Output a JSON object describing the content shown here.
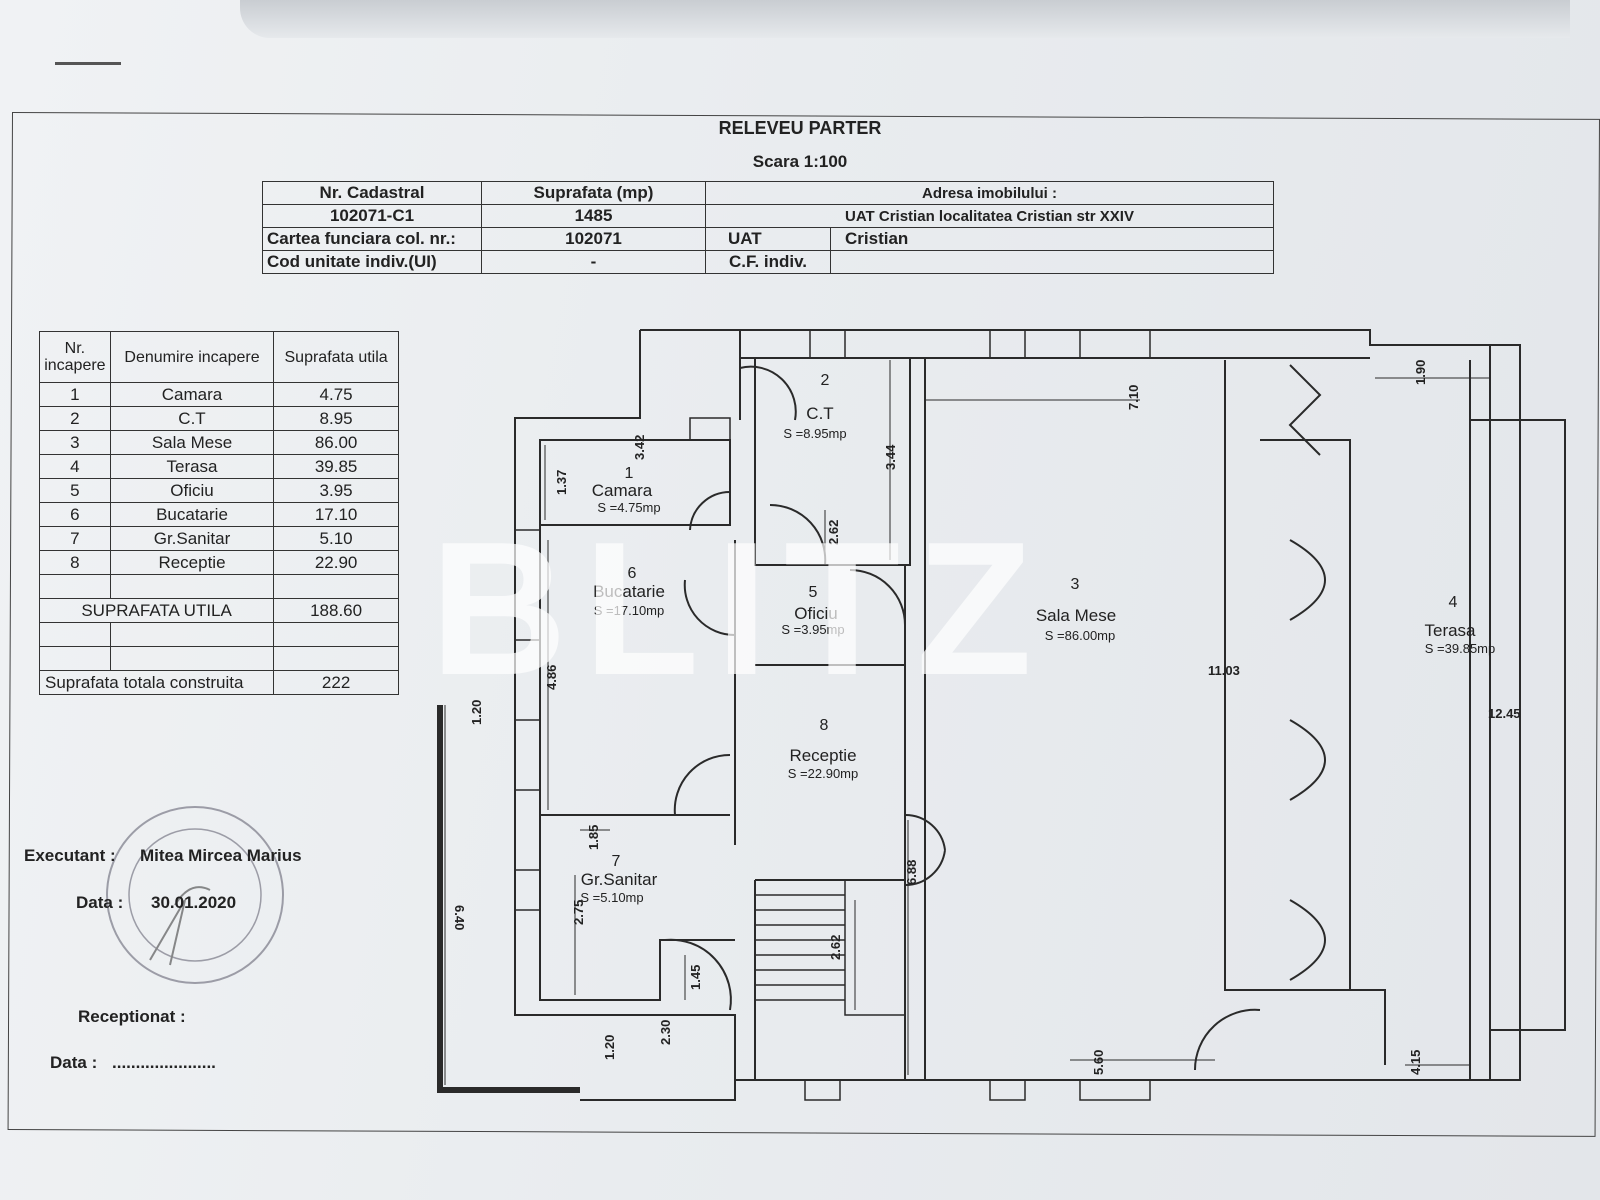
{
  "document": {
    "title": "RELEVEU PARTER",
    "scale": "Scara  1:100"
  },
  "info": {
    "h_cadastral": "Nr. Cadastral",
    "h_surface": "Suprafata (mp)",
    "h_address": "Adresa imobilului :",
    "cadastral": "102071-C1",
    "surface": "1485",
    "address": "UAT Cristian localitatea Cristian str XXIV",
    "h_cf": "Cartea funciara col. nr.:",
    "cf": "102071",
    "h_uat": "UAT",
    "uat": "Cristian",
    "h_cod": "Cod unitate indiv.(UI)",
    "cod": "-",
    "h_cfi": "C.F. indiv."
  },
  "room_table": {
    "h_nr": "Nr. incapere",
    "h_name": "Denumire incapere",
    "h_area": "Suprafata utila",
    "rows": [
      {
        "nr": "1",
        "name": "Camara",
        "area": "4.75"
      },
      {
        "nr": "2",
        "name": "C.T",
        "area": "8.95"
      },
      {
        "nr": "3",
        "name": "Sala Mese",
        "area": "86.00"
      },
      {
        "nr": "4",
        "name": "Terasa",
        "area": "39.85"
      },
      {
        "nr": "5",
        "name": "Oficiu",
        "area": "3.95"
      },
      {
        "nr": "6",
        "name": "Bucatarie",
        "area": "17.10"
      },
      {
        "nr": "7",
        "name": "Gr.Sanitar",
        "area": "5.10"
      },
      {
        "nr": "8",
        "name": "Receptie",
        "area": "22.90"
      }
    ],
    "total_useful_label": "SUPRAFATA UTILA",
    "total_useful": "188.60",
    "total_built_label": "Suprafata totala construita",
    "total_built": "222"
  },
  "signature": {
    "executant_label": "Executant :",
    "executant": "Mitea Mircea Marius",
    "date_label": "Data :",
    "date": "30.01.2020",
    "received_label": "Receptionat :",
    "date2_label": "Data :",
    "date2": "......................"
  },
  "plan": {
    "rooms": [
      {
        "nr": "1",
        "name": "Camara",
        "area": "S =4.75mp"
      },
      {
        "nr": "2",
        "name": "C.T",
        "area": "S =8.95mp"
      },
      {
        "nr": "3",
        "name": "Sala Mese",
        "area": "S =86.00mp"
      },
      {
        "nr": "4",
        "name": "Terasa",
        "area": "S =39.85mp"
      },
      {
        "nr": "5",
        "name": "Oficiu",
        "area": "S =3.95mp"
      },
      {
        "nr": "6",
        "name": "Bucatarie",
        "area": "S =17.10mp"
      },
      {
        "nr": "7",
        "name": "Gr.Sanitar",
        "area": "S =5.10mp"
      },
      {
        "nr": "8",
        "name": "Receptie",
        "area": "S =22.90mp"
      }
    ],
    "dims": [
      "1.90",
      "7.10",
      "3.42",
      "1.37",
      "3.44",
      "2.62",
      "4.86",
      "1.20",
      "1.85",
      "2.75",
      "1.45",
      "2.62",
      "6.88",
      "2.30",
      "1.20",
      "5.60",
      "4.15",
      "11.03",
      "12.45",
      "6.40"
    ]
  },
  "watermark": "BLITZ"
}
